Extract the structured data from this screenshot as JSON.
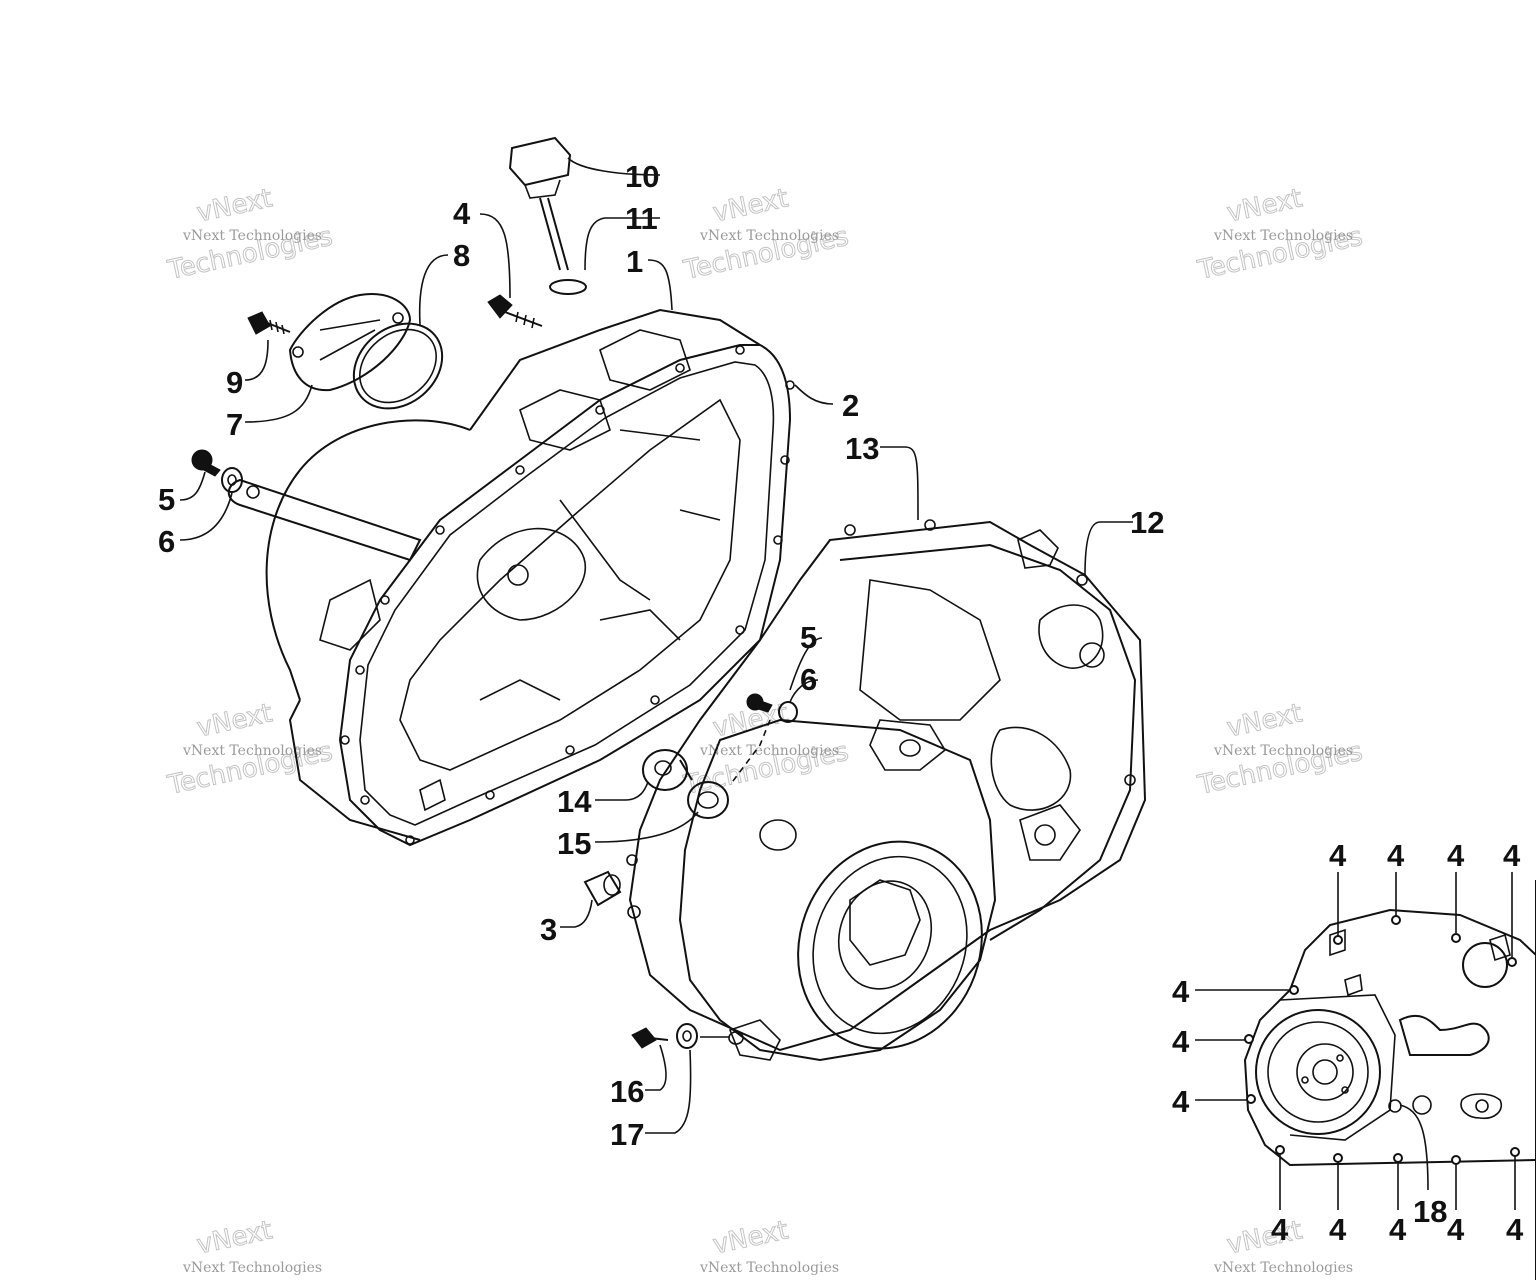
{
  "watermark": {
    "small": "vNext Technologies",
    "large_top": "vNext",
    "large_bottom": "Technologies"
  },
  "callouts": {
    "c1": "1",
    "c2": "2",
    "c3": "3",
    "c4_top": "4",
    "c5_left": "5",
    "c5_mid": "5",
    "c6_left": "6",
    "c6_mid": "6",
    "c7": "7",
    "c8": "8",
    "c9": "9",
    "c10": "10",
    "c11": "11",
    "c12": "12",
    "c13": "13",
    "c14": "14",
    "c15": "15",
    "c16": "16",
    "c17": "17",
    "c18": "18",
    "inset_top": [
      "4",
      "4",
      "4",
      "4"
    ],
    "inset_left": [
      "4",
      "4",
      "4"
    ],
    "inset_bottom": [
      "4",
      "4",
      "4",
      "4",
      "4"
    ]
  }
}
